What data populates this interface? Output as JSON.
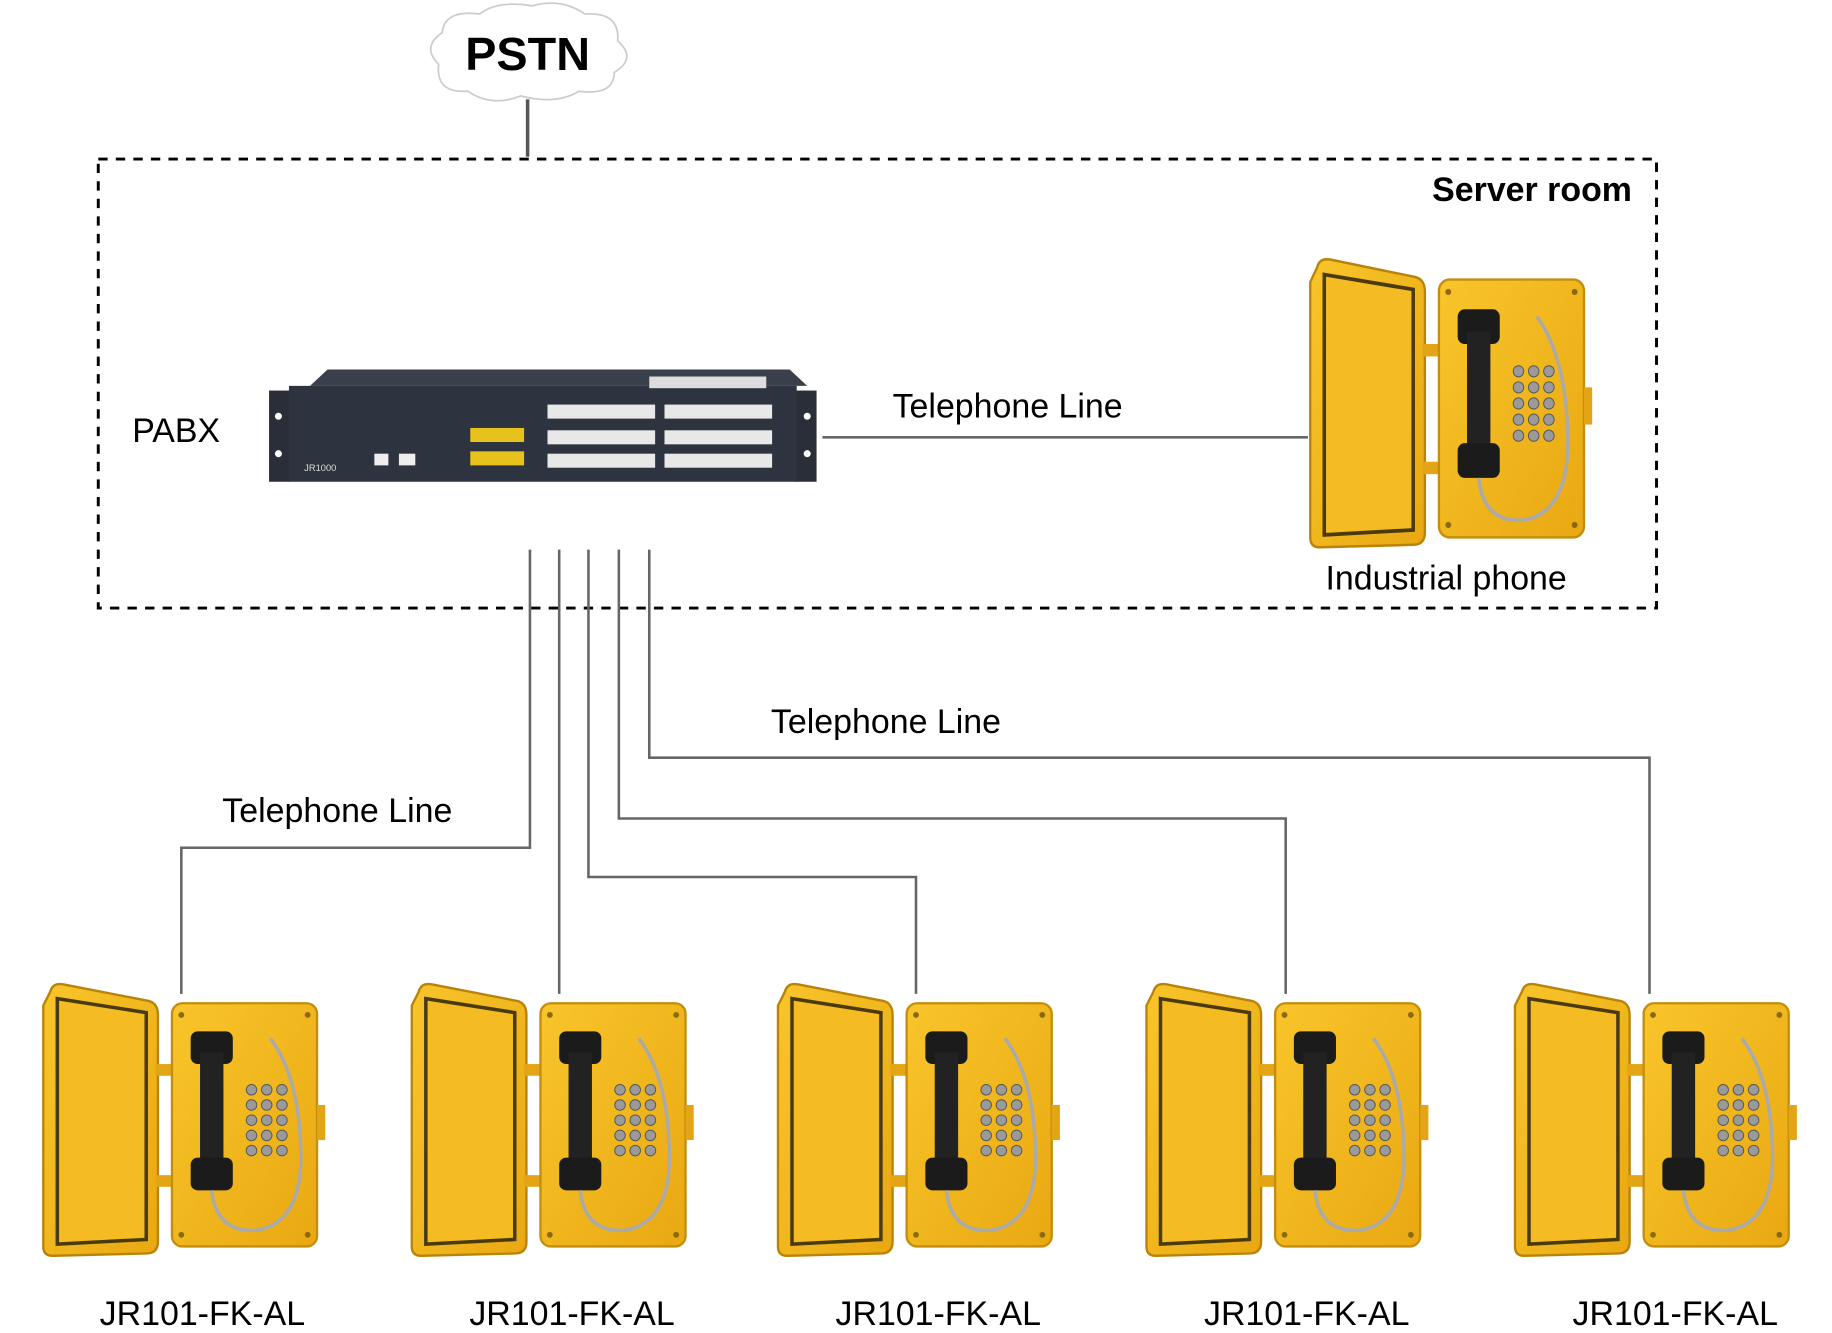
{
  "cloud": {
    "label": "PSTN"
  },
  "server_room": {
    "label": "Server room"
  },
  "pabx": {
    "label": "PABX",
    "model": "JR1000"
  },
  "industrial_phone": {
    "label": "Industrial phone"
  },
  "lines": {
    "top": "Telephone Line",
    "middle": "Telephone Line",
    "left": "Telephone Line"
  },
  "phones": [
    {
      "label": "JR101-FK-AL"
    },
    {
      "label": "JR101-FK-AL"
    },
    {
      "label": "JR101-FK-AL"
    },
    {
      "label": "JR101-FK-AL"
    },
    {
      "label": "JR101-FK-AL"
    }
  ],
  "colors": {
    "phone_yellow": "#F2B51C",
    "pabx_body": "#2E3340",
    "wire": "#666666"
  }
}
